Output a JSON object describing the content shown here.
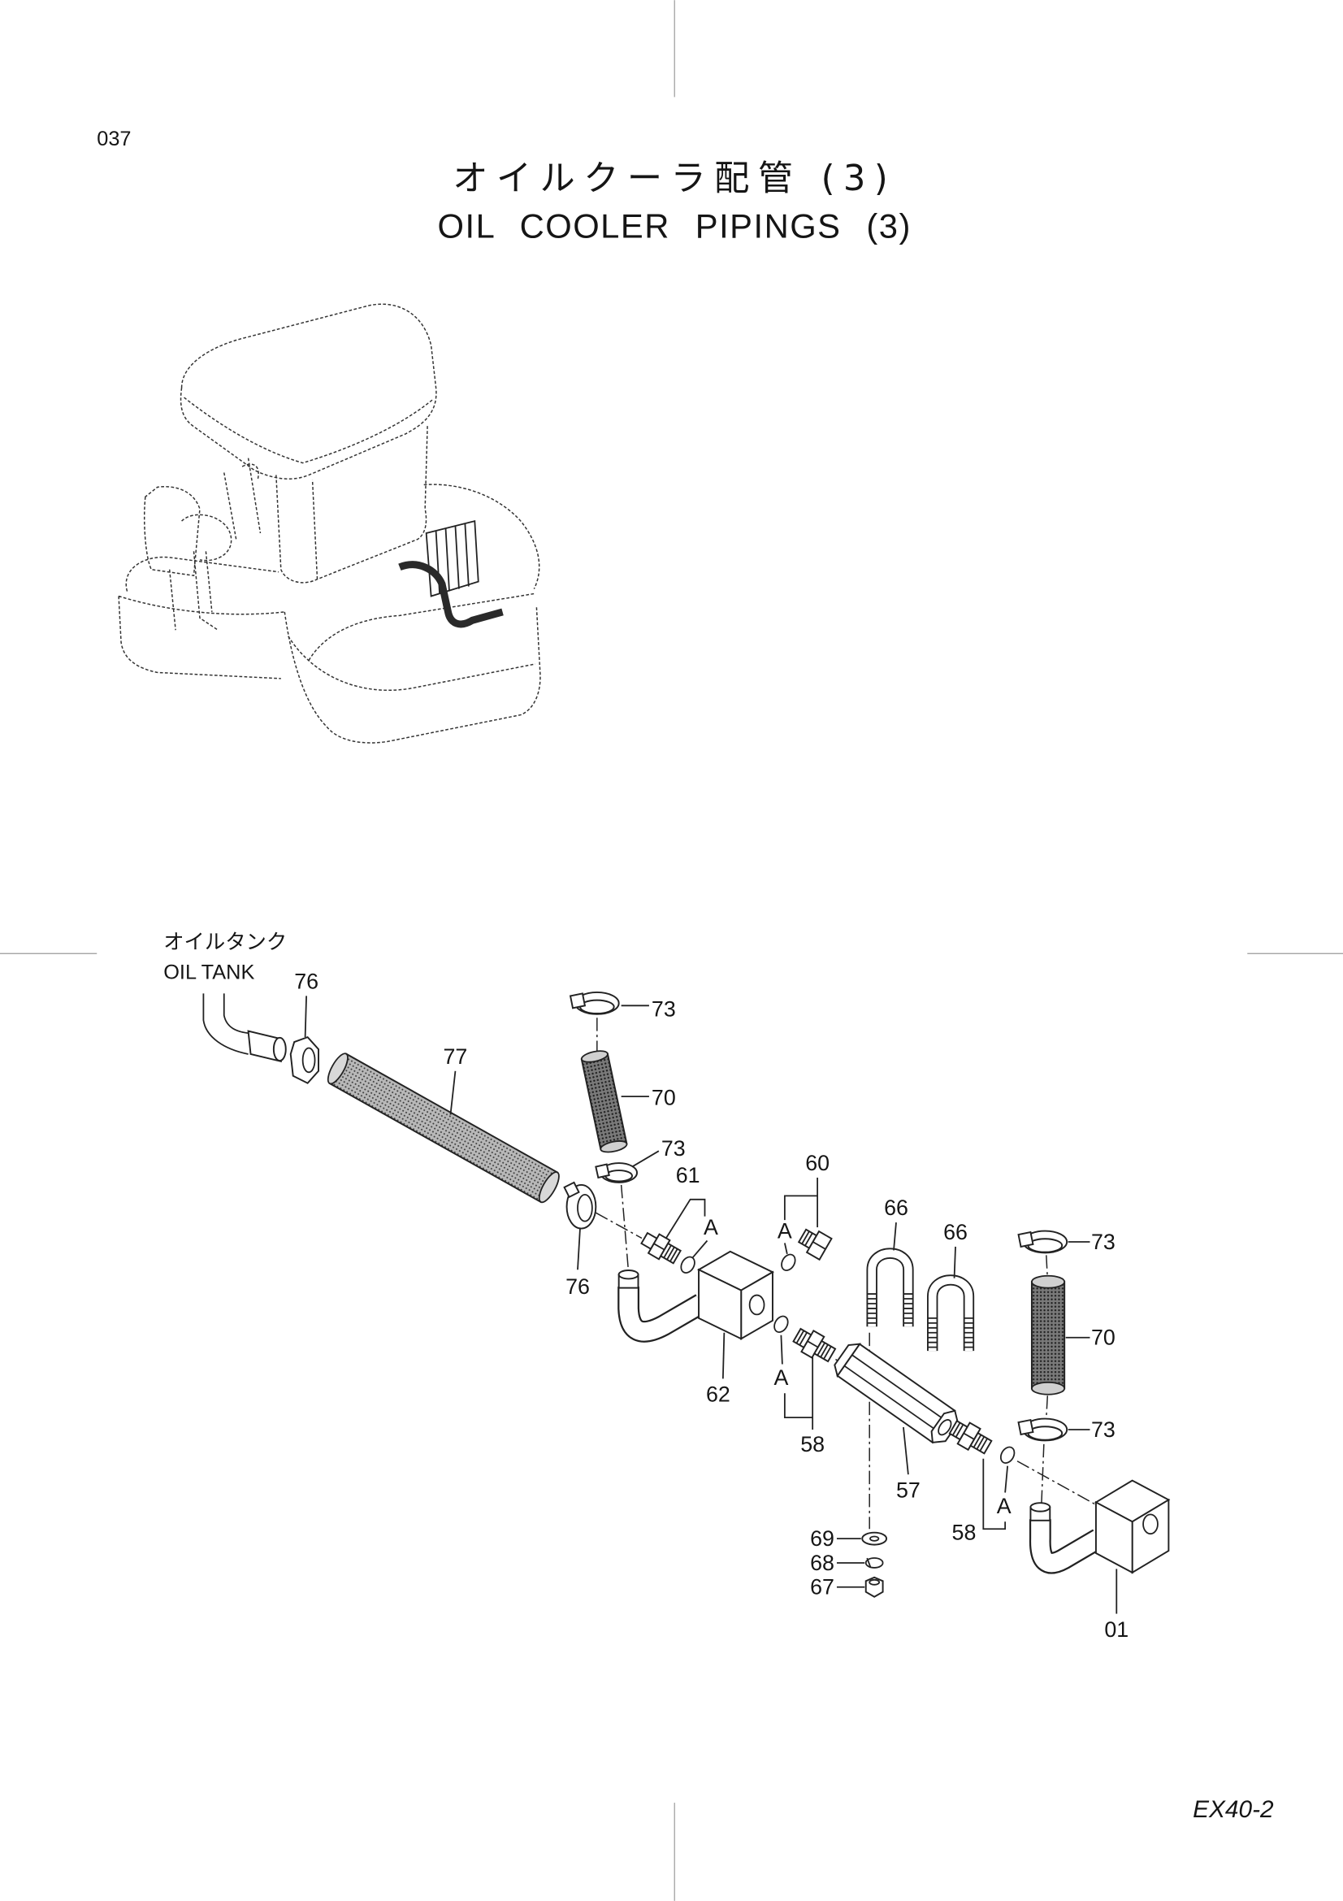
{
  "page_number": "037",
  "title": {
    "ja": "オイルクーラ配管 (3)",
    "en": "OIL COOLER PIPINGS (3)"
  },
  "oil_tank_label": {
    "ja": "オイルタンク",
    "en": "OIL TANK"
  },
  "callouts": [
    "76",
    "77",
    "73",
    "70",
    "73",
    "61",
    "60",
    "66",
    "66",
    "73",
    "70",
    "76",
    "62",
    "58",
    "57",
    "73",
    "58",
    "69",
    "68",
    "67",
    "01"
  ],
  "section_marks": [
    "A",
    "A",
    "A",
    "A"
  ],
  "model": "EX40-2"
}
